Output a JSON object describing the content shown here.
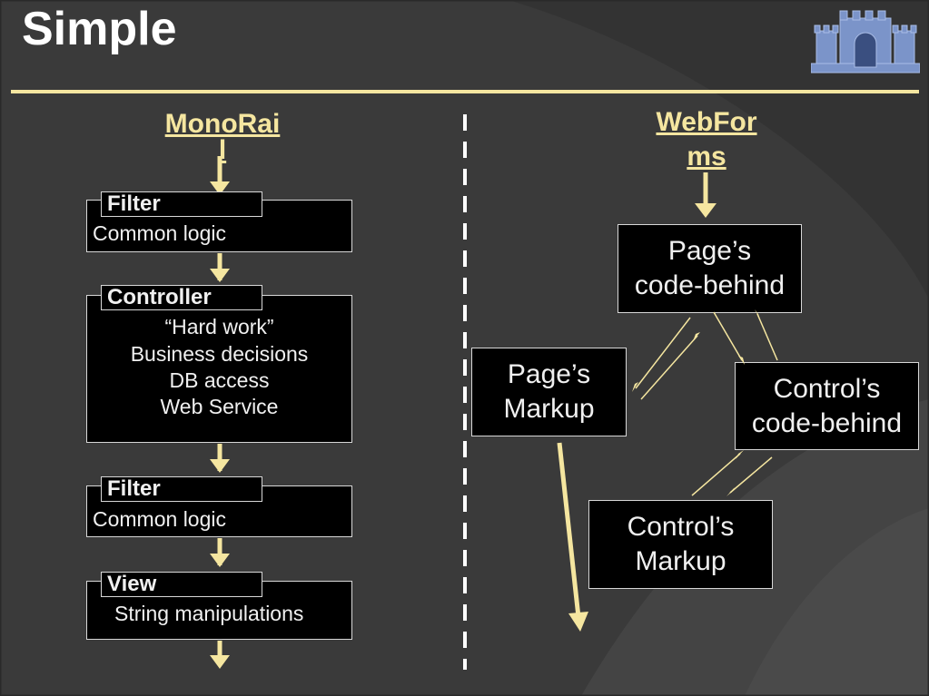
{
  "slide": {
    "title": "Simple",
    "logo_icon": "castle-icon"
  },
  "monorail": {
    "heading_line1": "MonoRai",
    "heading_line2": "l",
    "stages": [
      {
        "tab": "Filter",
        "lines": [
          "Common logic"
        ]
      },
      {
        "tab": "Controller",
        "lines": [
          "“Hard work”",
          "Business decisions",
          "DB access",
          "Web Service"
        ]
      },
      {
        "tab": "Filter",
        "lines": [
          "Common logic"
        ]
      },
      {
        "tab": "View",
        "lines": [
          "String manipulations"
        ]
      }
    ]
  },
  "webforms": {
    "heading_line1": "WebFor",
    "heading_line2": "ms",
    "page_code_behind": [
      "Page’s",
      "code-behind"
    ],
    "page_markup": [
      "Page’s",
      "Markup"
    ],
    "control_code_behind": [
      "Control’s",
      "code-behind"
    ],
    "control_markup": [
      "Control’s",
      "Markup"
    ]
  },
  "colors": {
    "background": "#3a3a3a",
    "accent_yellow": "#f5e6a0",
    "box_fill": "#000000",
    "box_border": "#d8d8d8"
  }
}
